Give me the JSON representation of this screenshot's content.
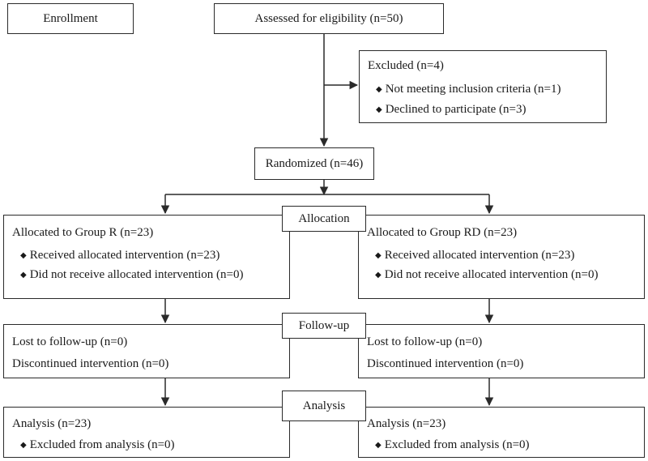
{
  "enrollment": {
    "label": "Enrollment"
  },
  "assessed": {
    "label": "Assessed for eligibility (n=50)"
  },
  "excluded": {
    "label": "Excluded (n=4)",
    "items": [
      "Not meeting inclusion criteria (n=1)",
      "Declined to participate (n=3)"
    ]
  },
  "randomized": {
    "label": "Randomized (n=46)"
  },
  "stages": {
    "allocation": "Allocation",
    "followup": "Follow-up",
    "analysis": "Analysis"
  },
  "group_r": {
    "allocated": "Allocated to Group R (n=23)",
    "received": "Received allocated intervention (n=23)",
    "not_received": "Did not receive allocated intervention (n=0)",
    "lost": "Lost to follow-up (n=0)",
    "discontinued": "Discontinued intervention (n=0)",
    "analysis": "Analysis (n=23)",
    "excluded_analysis": "Excluded from analysis (n=0)"
  },
  "group_rd": {
    "allocated": "Allocated to Group RD (n=23)",
    "received": "Received allocated intervention (n=23)",
    "not_received": "Did not receive allocated intervention (n=0)",
    "lost": "Lost to follow-up (n=0)",
    "discontinued": "Discontinued intervention (n=0)",
    "analysis": "Analysis (n=23)",
    "excluded_analysis": "Excluded from analysis (n=0)"
  },
  "bullet_icon": "diamond-bullet-icon"
}
